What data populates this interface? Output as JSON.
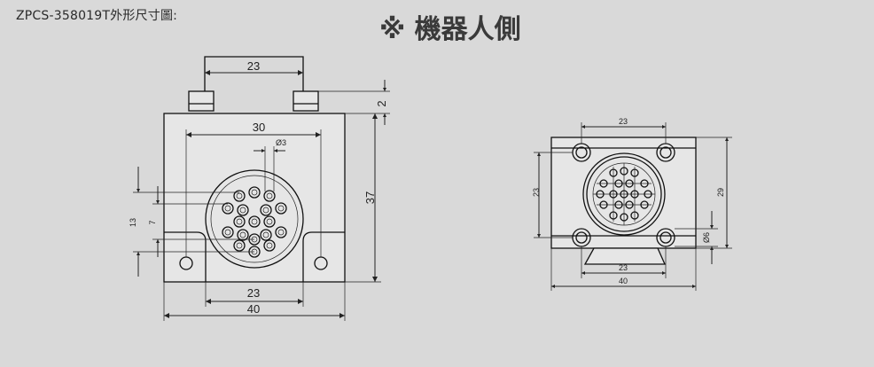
{
  "header": {
    "part_label": "ZPCS-358019T外形尺寸圖:",
    "side_title": "※ 機器人側"
  },
  "front_view": {
    "dims": {
      "top_width": "23",
      "tab_height": "2",
      "inner_width": "30",
      "pin_dia": "Ø3",
      "height": "37",
      "offset_13": "13",
      "offset_7": "7",
      "base_inner": "23",
      "base_width": "40"
    }
  },
  "side_view": {
    "dims": {
      "top_width": "23",
      "left_height": "23",
      "right_height": "29",
      "hole_dia": "Ø6",
      "bottom_inner": "23",
      "bottom_width": "40"
    }
  }
}
